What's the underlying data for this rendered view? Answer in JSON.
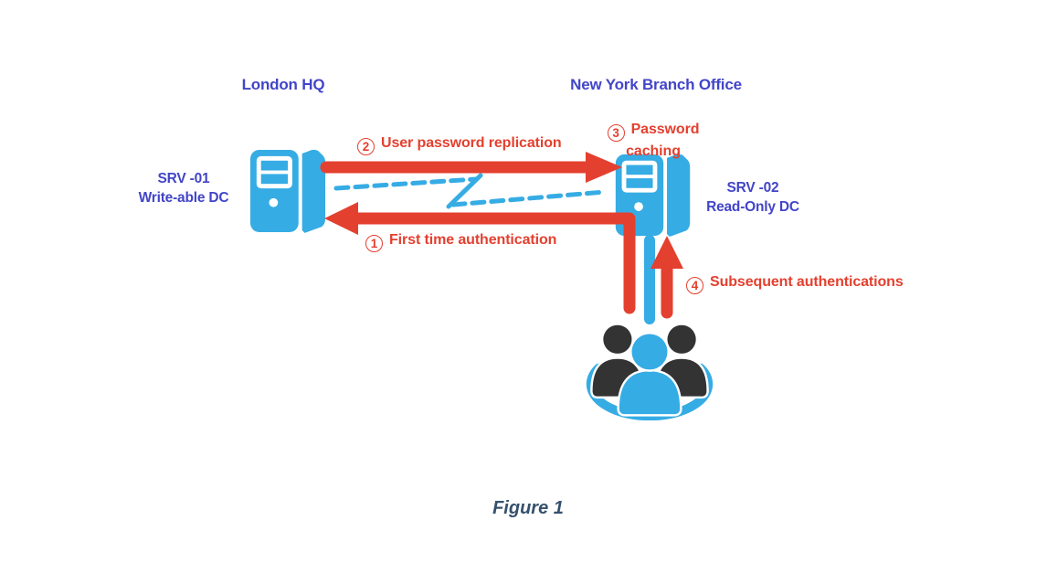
{
  "diagram": {
    "caption": "Figure 1",
    "sites": {
      "left": {
        "name": "London HQ",
        "server_id": "SRV -01",
        "server_role": "Write-able DC"
      },
      "right": {
        "name": "New York Branch Office",
        "server_id": "SRV -02",
        "server_role": "Read-Only DC"
      }
    },
    "flows": {
      "first_time_auth": {
        "num": "1",
        "label": "First time authentication"
      },
      "password_replication": {
        "num": "2",
        "label": "User password replication"
      },
      "password_caching": {
        "num": "3",
        "label": "Password caching"
      },
      "subsequent_auth": {
        "num": "4",
        "label": "Subsequent authentications"
      }
    },
    "icons": {
      "left_server": "server-tower-icon",
      "right_server": "server-tower-icon",
      "users": "user-group-icon",
      "wan_link": "zigzag-link-icon"
    },
    "colors": {
      "site_label": "#4245c8",
      "flow_red": "#e4402f",
      "device_blue": "#36ace4",
      "users_dark": "#333333",
      "caption_text": "#35516e"
    }
  }
}
